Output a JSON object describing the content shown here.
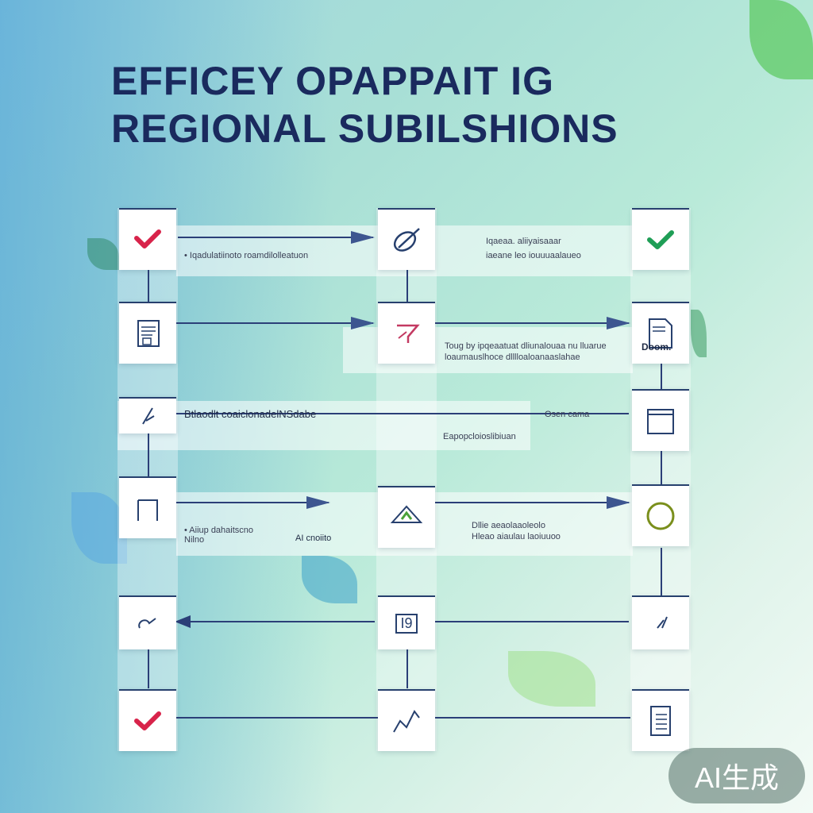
{
  "title": {
    "line1": "EFFICEY OPAPPAIT IG",
    "line2": "REGIONAL SUBILSHIONS"
  },
  "labels": {
    "r1_left": "• Iqadulatiinoto  roamdilolleatuon",
    "r1_right_a": "Iqaeaa. aliiyaisaaar",
    "r1_right_b": "iaeane  leo   iouuuaalaueo",
    "r2_right_a": "Toug by ipqeaatuat dliunalouaa nu lluarue",
    "r2_right_b": "loaumauslhoce dlllloaloanaaslahae",
    "r2_node": "Doom.",
    "r3_left": "Btlaodlt coaiclonadelNSdabe",
    "r3_right_a": "Osen cama",
    "r3_right_b": "Eapopcloioslibiuan",
    "r4_left_a": "• Aiiup dahaitscno",
    "r4_left_b": "Nilno",
    "r4_mid": "AI cnoiito",
    "r4_right_a": "Dllie  aeaolaaoleolo",
    "r4_right_b": "Hleao aiaulau laoiuuoo"
  },
  "node_texts": {
    "r5_mid": "I9"
  },
  "badge": "AI生成",
  "colors": {
    "title": "#1a2a5e",
    "check_red": "#d8234a",
    "check_green": "#1f9e56",
    "line": "#2b3f78"
  },
  "icons": {
    "r1c1": "red-check-icon",
    "r1c2": "leaf-icon",
    "r1c3": "green-check-icon",
    "r2c1": "document-icon",
    "r2c2": "funnel-icon",
    "r2c3": "document-icon",
    "r3c1": "quill-icon",
    "r3c3": "box-icon",
    "r4c1": "box-icon",
    "r4c2": "envelope-icon",
    "r4c3": "circle-icon",
    "r5c1": "pin-icon",
    "r5c3": "check-icon",
    "r6c1": "red-check-icon",
    "r6c2": "chart-icon",
    "r6c3": "document-icon"
  }
}
